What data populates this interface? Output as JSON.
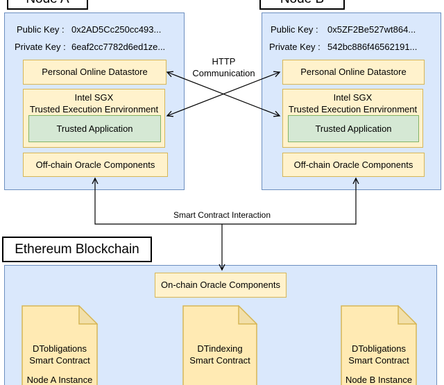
{
  "node_a": {
    "title": "Node A",
    "public_key_label": "Public Key :",
    "public_key_value": "0x2AD5Cc250cc493...",
    "private_key_label": "Private Key :",
    "private_key_value": "6eaf2cc7782d6ed1ze...",
    "datastore_label": "Personal Online Datastore",
    "tee_line1": "Intel SGX",
    "tee_line2": "Trusted Execution Enrvironment",
    "trusted_app_label": "Trusted Application",
    "offchain_label": "Off-chain Oracle Components"
  },
  "node_b": {
    "title": "Node B",
    "public_key_label": "Public Key :",
    "public_key_value": "0x5ZF2Be527wt864...",
    "private_key_label": "Private Key :",
    "private_key_value": "542bc886f46562191...",
    "datastore_label": "Personal Online Datastore",
    "tee_line1": "Intel SGX",
    "tee_line2": "Trusted Execution Enrvironment",
    "trusted_app_label": "Trusted Application",
    "offchain_label": "Off-chain Oracle Components"
  },
  "labels": {
    "http_line1": "HTTP",
    "http_line2": "Communication",
    "smart_contract_interaction": "Smart Contract Interaction"
  },
  "ethereum": {
    "title": "Ethereum Blockchain",
    "onchain_label": "On-chain Oracle Components",
    "contracts": [
      {
        "line1": "DTobligations",
        "line2": "Smart Contract",
        "line3": "Node A Instance"
      },
      {
        "line1": "DTindexing",
        "line2": "Smart Contract",
        "line3": ""
      },
      {
        "line1": "DTobligations",
        "line2": "Smart Contract",
        "line3": "Node B Instance"
      }
    ]
  },
  "colors": {
    "node_fill": "#dae8fc",
    "node_border": "#6c8ebf",
    "box_fill": "#fff2cc",
    "box_border": "#d6b656",
    "trusted_app_fill": "#d5e8d4",
    "trusted_app_border": "#82b366",
    "document_fill": "#ffeab3",
    "document_fold": "#f2dfa9",
    "arrow_color": "#000000"
  }
}
